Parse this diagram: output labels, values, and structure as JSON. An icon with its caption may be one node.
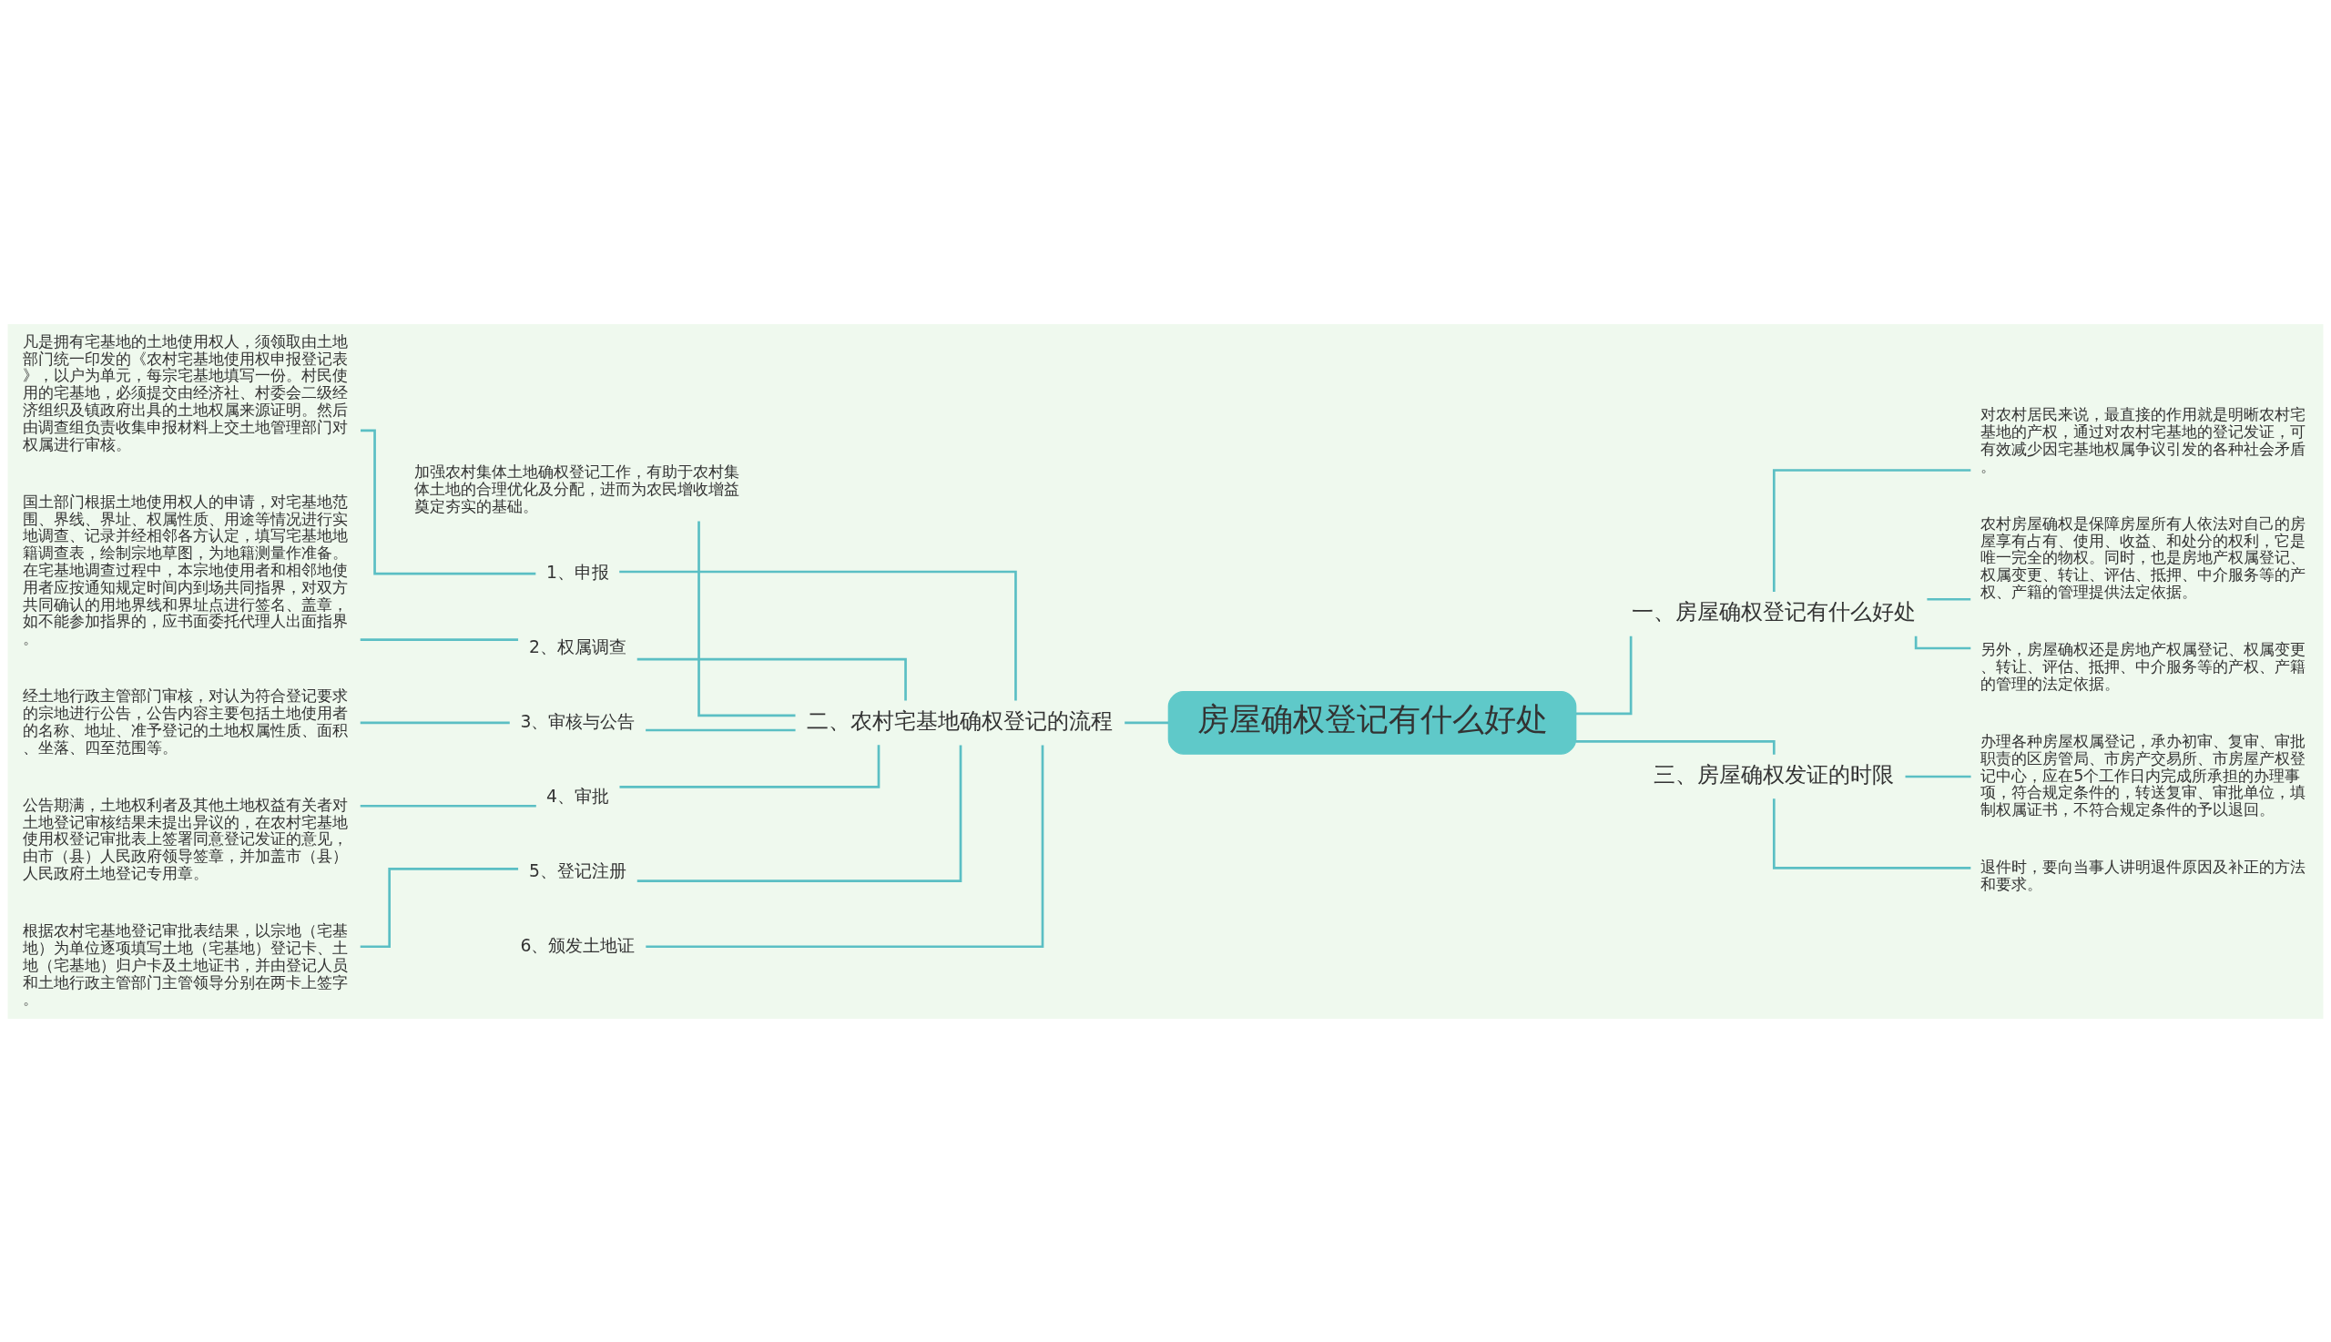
{
  "diagram": {
    "nodes": [
      {
        "text": [
          "房屋确权登记有什么好处"
        ]
      },
      {
        "text": [
          "一、房屋确权登记有什么好处"
        ]
      },
      {
        "text": [
          "三、房屋确权发证的时限"
        ]
      },
      {
        "text": [
          "二、农村宅基地确权登记的流程"
        ]
      },
      {
        "text": [
          "对农村居民来说，最直接的作用就是明晰农村宅基地的产权，通过对农村宅基地的登记发证，可有效减少因宅基地权属争议引发的各种社会矛盾。"
        ]
      },
      {
        "text": [
          "农村房屋确权是保障房屋所有人依法对自己的房屋享有占有、使用、收益、和处分的权利，它是唯一完全的物权。同时，也是房地产权属登记、权属变更、转让、评估、抵押、中介服务等的产权、产籍的管理提供法定依据。"
        ]
      },
      {
        "text": [
          "另外，房屋确权还是房地产权属登记、权属变更、转让、评估、抵押、中介服务等的产权、产籍的管理的法定依据。"
        ]
      },
      {
        "text": [
          "办理各种房屋权属登记，承办初审、复审、审批职责的区房管局、市房产交易所、市房屋产权登记中心，应在5个工作日内完成所承担的办理事项，符合规定条件的，转送复审、审批单位，填制权属证书，不符合规定条件的予以退回。"
        ]
      },
      {
        "text": [
          "退件时，要向当事人讲明退件原因及补正的方法和要求。"
        ]
      },
      {
        "text": [
          "加强农村集体土地确权登记工作，有助于农村集体土地的合理优化及分配，进而为农民增收增益奠定夯实的基础。"
        ]
      },
      {
        "text": [
          "1、申报"
        ]
      },
      {
        "text": [
          "凡是拥有宅基地的土地使用权人，须领取由土地部门统一印发的《农村宅基地使用权申报登记表》，以户为单元，每宗宅基地填写一份。村民使用的宅基地，必须提交由经济社、村委会二级经济组织及镇政府出具的土地权属来源证明。然后由调查组负责收集申报材料上交土地管理部门对权属进行审核。"
        ]
      },
      {
        "text": [
          "2、权属调查"
        ]
      },
      {
        "text": [
          "国土部门根据土地使用权人的申请，对宅基地范围、界线、界址、权属性质、用途等情况进行实地调查、记录并经相邻各方认定，填写宅基地地籍调查表，绘制宗地草图，为地籍测量作准备。在宅基地调查过程中，本宗地使用者和相邻地使用者应按通知规定时间内到场共同指界，对双方共同确认的用地界线和界址点进行签名、盖章，如不能参加指界的，应书面委托代理人出面指界。"
        ]
      },
      {
        "text": [
          "3、审核与公告"
        ]
      },
      {
        "text": [
          "经土地行政主管部门审核，对认为符合登记要求的宗地进行公告，公告内容主要包括土地使用者的名称、地址、准予登记的土地权属性质、面积、坐落、四至范围等。"
        ]
      },
      {
        "text": [
          "4、审批"
        ]
      },
      {
        "text": [
          "公告期满，土地权利者及其他土地权益有关者对土地登记审核结果未提出异议的，在农村宅基地使用权登记审批表上签署同意登记发证的意见，由市（县）人民政府领导签章，并加盖市（县）人民政府土地登记专用章。"
        ]
      },
      {
        "text": [
          "5、登记注册"
        ]
      },
      {
        "text": [
          "根据农村宅基地登记审批表结果，以宗地（宅基地）为单位逐项填写土地（宅基地）登记卡、土地（宅基地）归户卡及土地证书，并由登记人员和土地行政主管部门主管领导分别在两卡上签字。"
        ]
      },
      {
        "text": [
          "6、颁发土地证"
        ]
      }
    ],
    "edges": [
      {
        "from": 0,
        "to": 1,
        "arrow": "none"
      },
      {
        "from": 0,
        "to": 2,
        "arrow": "none"
      },
      {
        "from": 0,
        "to": 3,
        "arrow": "none"
      },
      {
        "from": 1,
        "to": 4,
        "arrow": "none"
      },
      {
        "from": 1,
        "to": 5,
        "arrow": "none"
      },
      {
        "from": 1,
        "to": 6,
        "arrow": "none"
      },
      {
        "from": 2,
        "to": 7,
        "arrow": "none"
      },
      {
        "from": 2,
        "to": 8,
        "arrow": "none"
      },
      {
        "from": 3,
        "to": 9,
        "arrow": "none"
      },
      {
        "from": 3,
        "to": 10,
        "arrow": "none"
      },
      {
        "from": 10,
        "to": 11,
        "arrow": "none"
      },
      {
        "from": 3,
        "to": 12,
        "arrow": "none"
      },
      {
        "from": 12,
        "to": 13,
        "arrow": "none"
      },
      {
        "from": 3,
        "to": 14,
        "arrow": "none"
      },
      {
        "from": 14,
        "to": 15,
        "arrow": "none"
      },
      {
        "from": 3,
        "to": 16,
        "arrow": "none"
      },
      {
        "from": 16,
        "to": 17,
        "arrow": "none"
      },
      {
        "from": 3,
        "to": 18,
        "arrow": "none"
      },
      {
        "from": 18,
        "to": 19,
        "arrow": "none"
      },
      {
        "from": 3,
        "to": 20,
        "arrow": "none"
      }
    ]
  }
}
